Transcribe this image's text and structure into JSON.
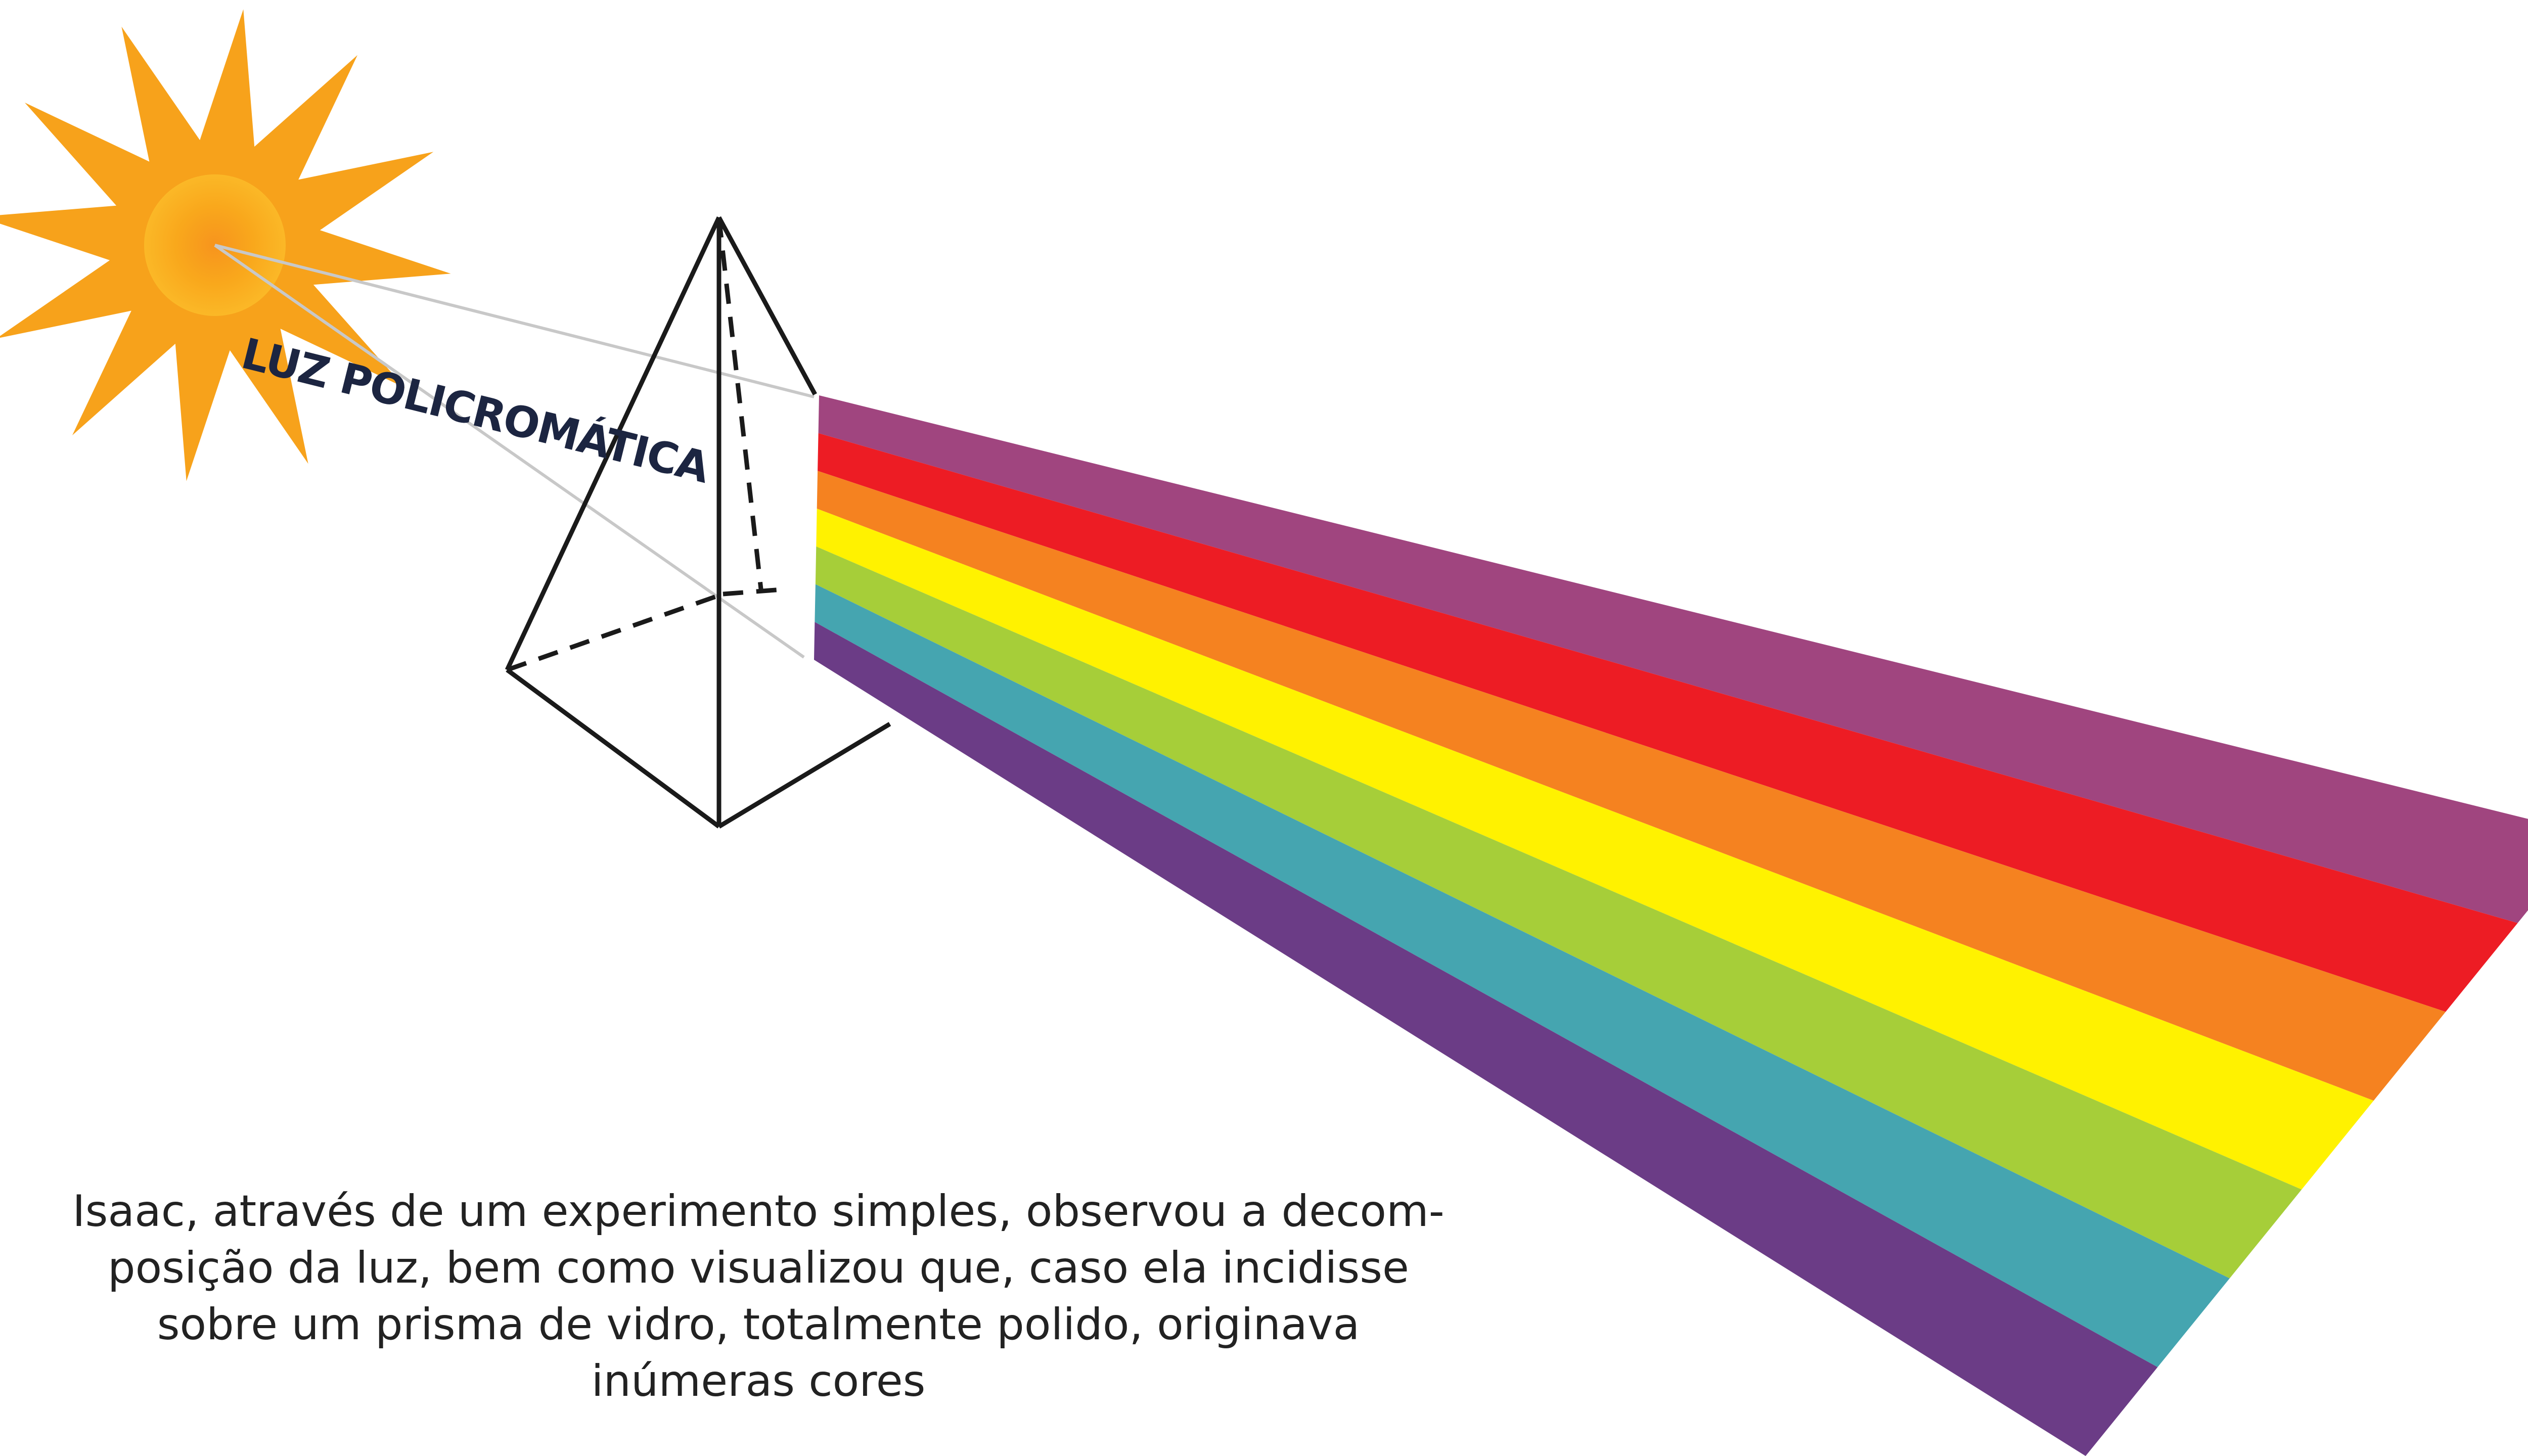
{
  "diagram": {
    "light_label": "LUZ POLICROMÁTICA",
    "caption_lines": [
      "Isaac, através de um experimento simples, observou a decom-",
      "posição da luz, bem como visualizou que, caso ela incidisse",
      "sobre um prisma de vidro, totalmente polido, originava",
      "inúmeras cores"
    ],
    "spectrum_band_colors": [
      "#a0457f",
      "#ed1c24",
      "#f58220",
      "#fff200",
      "#a6ce39",
      "#45a5b0",
      "#6b3c86"
    ],
    "sun_color": "#f7a21b",
    "sun_core_color": "#f47920"
  }
}
